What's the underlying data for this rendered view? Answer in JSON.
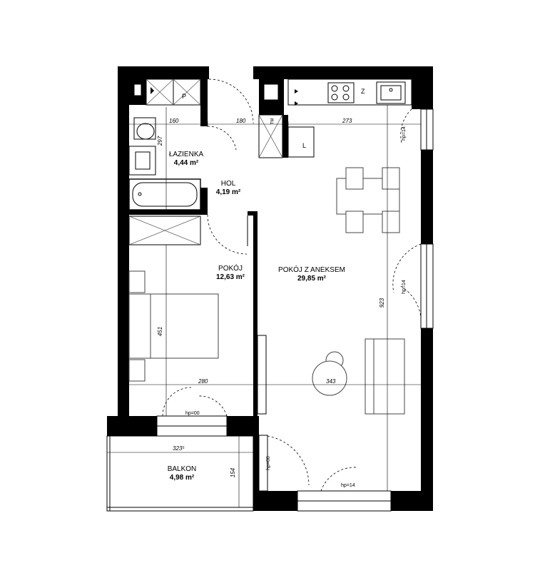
{
  "rooms": {
    "bathroom": {
      "name": "ŁAZIENKA",
      "area": "4,44 m²"
    },
    "hall": {
      "name": "HOL",
      "area": "4,19 m²"
    },
    "bedroom": {
      "name": "POKÓJ",
      "area": "12,63 m²"
    },
    "living": {
      "name": "POKÓJ Z ANEKSEM",
      "area": "29,85 m²"
    },
    "balcony": {
      "name": "BALKON",
      "area": "4,98 m²"
    }
  },
  "dimensions": {
    "d160": "160",
    "d180": "180",
    "d273": "273",
    "d297": "297",
    "d451": "451",
    "d280": "280",
    "d343": "343",
    "d923": "923",
    "d323": "323⁵",
    "d154": "154"
  },
  "window_labels": {
    "w_top_right": "hp=14",
    "w_mid_right": "hp=14",
    "w_bottom": "hp=14",
    "w_bedroom": "hp=00",
    "w_balcony_door": "hp=00"
  },
  "symbols": {
    "P": "P",
    "Z": "Z",
    "L": "L",
    "TM": "TM"
  }
}
